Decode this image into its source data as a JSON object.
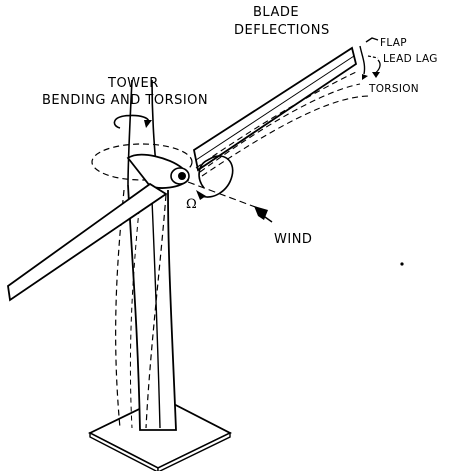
{
  "labels": {
    "blade_deflections_line1": "BLADE",
    "blade_deflections_line2": "DEFLECTIONS",
    "flap": "FLAP",
    "lead_lag": "LEAD LAG",
    "torsion": "TORSION",
    "tower_line1": "TOWER",
    "tower_line2": "BENDING AND TORSION",
    "omega": "Ω",
    "wind": "WIND"
  },
  "colors": {
    "ink": "#000000",
    "paper": "#ffffff"
  }
}
